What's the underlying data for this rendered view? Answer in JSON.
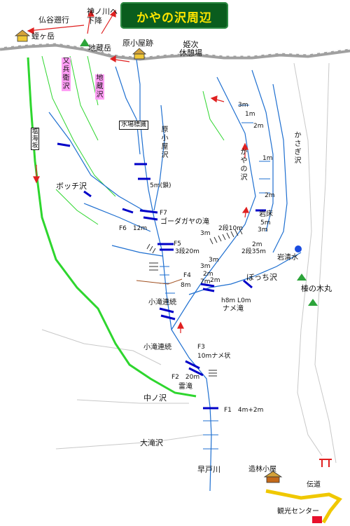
{
  "title": "かやの沢周辺",
  "colors": {
    "title_bg": "#0a5d1e",
    "title_text": "#ffe600",
    "stream": "#1e6fd0",
    "falls": "#0000c8",
    "road": "#2ed62e",
    "trail": "#e02020",
    "gray_line": "#c8c8c8",
    "ridge": "#a0a0a0",
    "brown_trail": "#a05020",
    "label_pink": "#ff9ff5"
  },
  "labels": {
    "butakoku": "仏谷遡行",
    "kannogawa": "神ノ川へ\n下降",
    "hirugadake": "蛭ヶ岳",
    "jizodake": "地蔵岳",
    "harakoya": "原小屋跡",
    "himetsugi": "姫次\n休憩場",
    "matabee": "又兵衛沢",
    "jizosawa": "地蔵沢",
    "shiokami": "塩海坂",
    "suibahyoshiki": "水場標識",
    "harakoyasawa": "原小屋沢",
    "kayanosawa": "かやの沢",
    "kasagisawa": "かさぎ沢",
    "botchisawa": "ボッチ沢",
    "iwadoko": "岩床",
    "iwashimizu": "岩清水",
    "bocchisawa2": "ぼっち沢",
    "hanokimaru": "榛の木丸",
    "godagaya": "ゴーダガヤの滝",
    "kotaki1": "小滝連続",
    "kotaki2": "小滝連続",
    "nametaki": "ナメ滝",
    "raitaki": "雷滝",
    "nakanosawa": "中ノ沢",
    "otakisawa": "大滝沢",
    "hayatogawa": "早戸川",
    "zorinkoya": "造林小屋",
    "dendo": "伝道",
    "kanko": "観光センター"
  },
  "falls_labels": {
    "f7": "F7",
    "f6": "F6　12m",
    "f5": "F5",
    "f5_desc": "3段20m",
    "f4": "F4",
    "f4_desc": "8m",
    "f3": "F3",
    "f3_desc": "10mナメ状",
    "f2": "F2　20m",
    "f1": "F1　4m+2m",
    "m5_chain": "5m(鎖)",
    "k3m_a": "3m",
    "k1m_a": "1m",
    "k2m_a": "2m",
    "k1m_b": "1m",
    "k2m_b": "2m",
    "i5m": "5m",
    "i3m": "3m",
    "nidan10": "2段10m",
    "nidan35": "2段35m",
    "m3_a": "3m",
    "m3_b": "3m",
    "m3_c": "3m",
    "m2_a": "2m",
    "m2_b": "2m",
    "m7": "7m",
    "m8_b": "2m",
    "h8m": "h8m L0m"
  }
}
